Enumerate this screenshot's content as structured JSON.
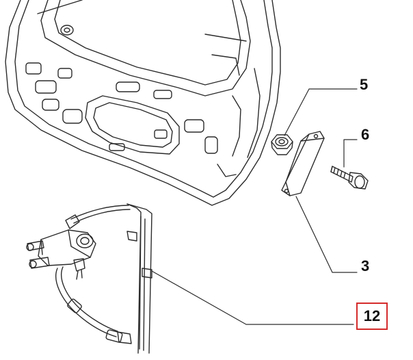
{
  "callouts": {
    "nut": "5",
    "bolt": "6",
    "bracket": "3",
    "regulator": "12"
  },
  "colors": {
    "line": "#2a2a2a",
    "highlight_box": "#d42a2a"
  }
}
